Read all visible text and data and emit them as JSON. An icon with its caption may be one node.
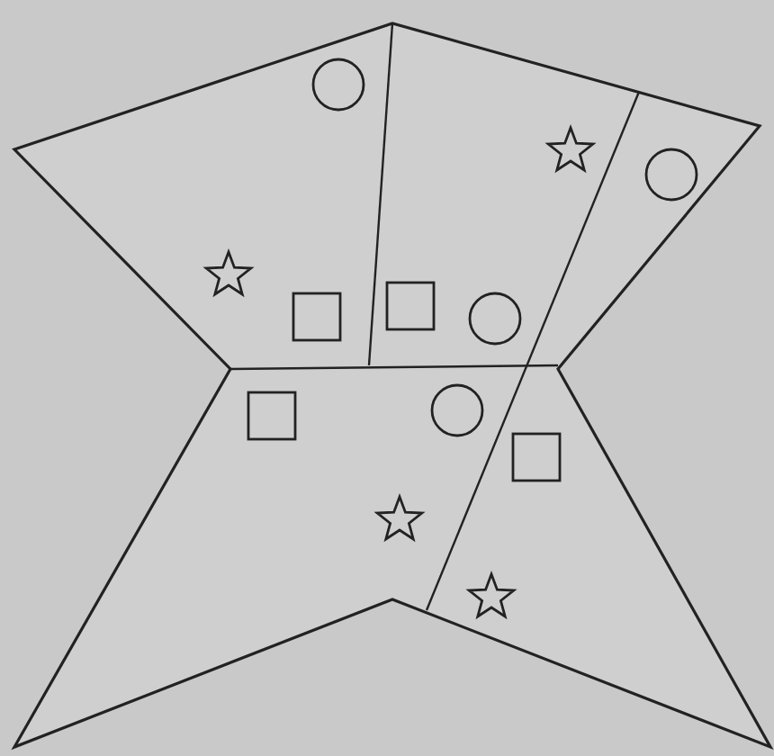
{
  "diagram": {
    "nodes": [
      {
        "text": [],
        "shape": "circle"
      },
      {
        "text": [],
        "shape": "star"
      },
      {
        "text": [],
        "shape": "circle"
      },
      {
        "text": [],
        "shape": "star"
      },
      {
        "text": [],
        "shape": "box"
      },
      {
        "text": [],
        "shape": "box"
      },
      {
        "text": [],
        "shape": "circle"
      },
      {
        "text": [],
        "shape": "circle"
      },
      {
        "text": [],
        "shape": "box"
      },
      {
        "text": [],
        "shape": "box"
      },
      {
        "text": [],
        "shape": "star"
      },
      {
        "text": [],
        "shape": "star"
      }
    ]
  }
}
